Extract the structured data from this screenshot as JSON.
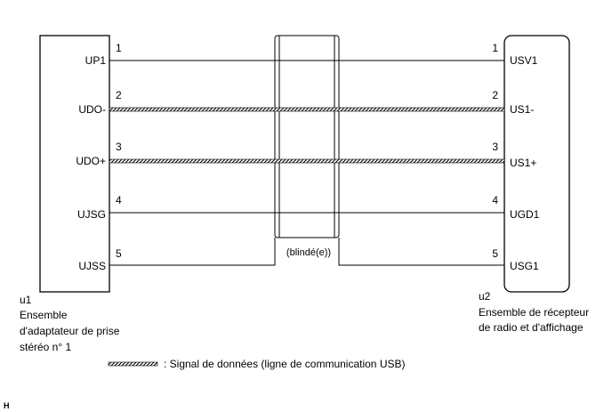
{
  "left_component": {
    "id": "u1",
    "description_lines": [
      "Ensemble",
      "d'adaptateur de prise",
      "stéréo n° 1"
    ],
    "pins": [
      "UP1",
      "UDO-",
      "UDO+",
      "UJSG",
      "UJSS"
    ]
  },
  "right_component": {
    "id": "u2",
    "description_lines": [
      "Ensemble de récepteur",
      "de radio et d'affichage"
    ],
    "pins": [
      "USV1",
      "US1-",
      "US1+",
      "UGD1",
      "USG1"
    ]
  },
  "wires": [
    {
      "left_pin_no": "1",
      "right_pin_no": "1",
      "type": "plain"
    },
    {
      "left_pin_no": "2",
      "right_pin_no": "2",
      "type": "usb-data"
    },
    {
      "left_pin_no": "3",
      "right_pin_no": "3",
      "type": "usb-data"
    },
    {
      "left_pin_no": "4",
      "right_pin_no": "4",
      "type": "plain"
    },
    {
      "left_pin_no": "5",
      "right_pin_no": "5",
      "type": "shield"
    }
  ],
  "shield_label": "(blindé(e))",
  "legend": {
    "text": ": Signal de données (ligne de communication USB)"
  },
  "corner_mark": "H"
}
